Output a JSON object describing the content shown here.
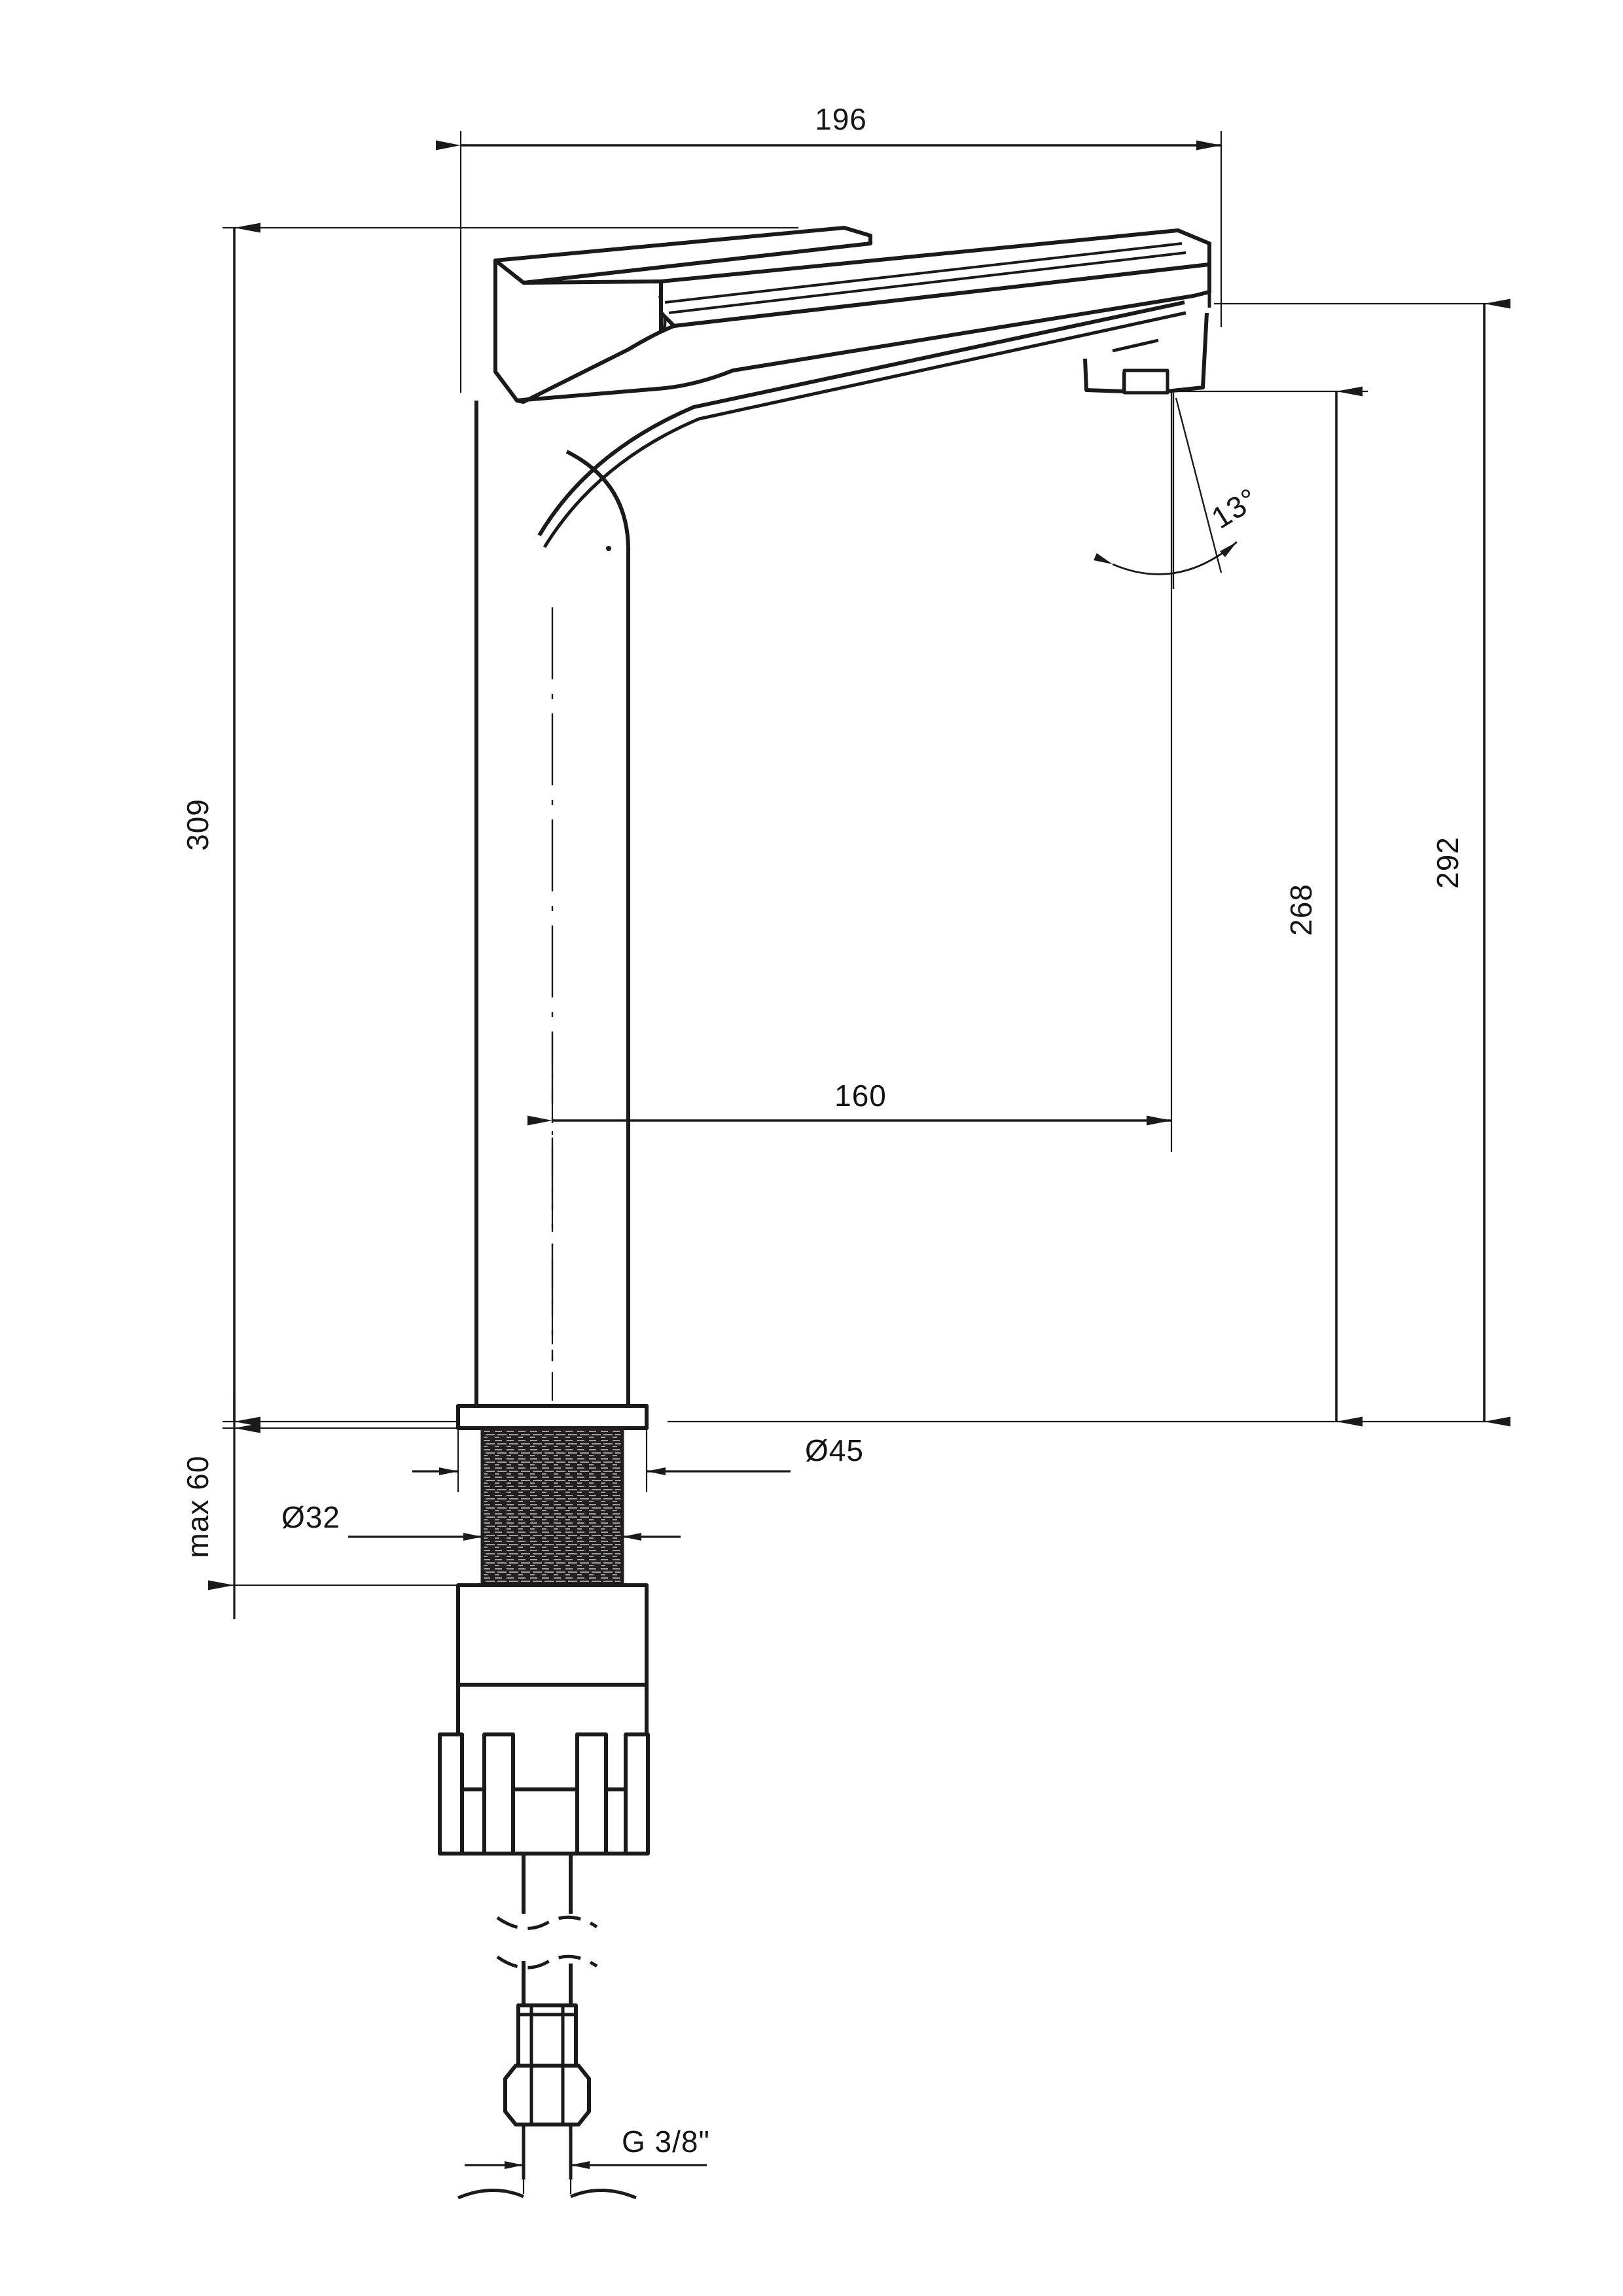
{
  "drawing": {
    "title": "Basin mixer tap technical dimension drawing",
    "units": "mm",
    "line_color": "#1a1a1a",
    "background_color": "#ffffff"
  },
  "dimensions": {
    "spout_reach_total": "196",
    "overall_height": "309",
    "spout_outlet_height": "292",
    "spout_height_inner": "268",
    "spout_projection": "160",
    "flange_diameter": "Ø45",
    "thread_diameter": "Ø32",
    "max_deck_thickness": "max 60",
    "outlet_angle": "13°",
    "supply_thread": "G 3/8\""
  },
  "labels": [
    {
      "id": "dim-196",
      "text": "196",
      "orientation": "horizontal"
    },
    {
      "id": "dim-309",
      "text": "309",
      "orientation": "vertical"
    },
    {
      "id": "dim-292",
      "text": "292",
      "orientation": "vertical"
    },
    {
      "id": "dim-268",
      "text": "268",
      "orientation": "vertical"
    },
    {
      "id": "dim-160",
      "text": "160",
      "orientation": "horizontal"
    },
    {
      "id": "dim-d45",
      "text": "Ø45",
      "orientation": "horizontal"
    },
    {
      "id": "dim-d32",
      "text": "Ø32",
      "orientation": "horizontal"
    },
    {
      "id": "dim-max60",
      "text": "max 60",
      "orientation": "vertical"
    },
    {
      "id": "dim-13deg",
      "text": "13°",
      "orientation": "rotated"
    },
    {
      "id": "dim-g38",
      "text": "G 3/8\"",
      "orientation": "horizontal"
    }
  ]
}
